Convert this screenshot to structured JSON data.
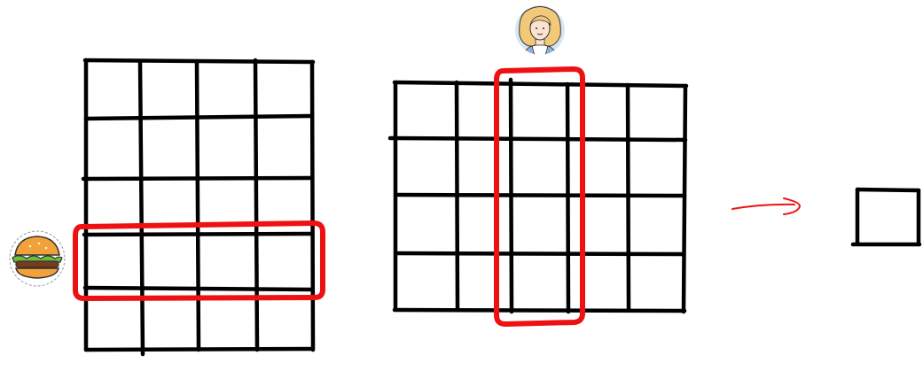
{
  "diagram": {
    "description_free": true,
    "colors": {
      "grid": "#000000",
      "highlight": "#ee1111",
      "arrow": "#ee1111",
      "background": "#ffffff"
    },
    "left_matrix": {
      "rows": 5,
      "cols": 4,
      "highlighted_row_index": 3
    },
    "middle_matrix": {
      "rows": 4,
      "cols": 5,
      "highlighted_col_index": 2
    },
    "result": {
      "rows": 1,
      "cols": 1
    },
    "icons": {
      "row_marker": "burger-icon",
      "col_marker": "woman-avatar-icon",
      "arrow": "right-arrow-icon"
    }
  }
}
